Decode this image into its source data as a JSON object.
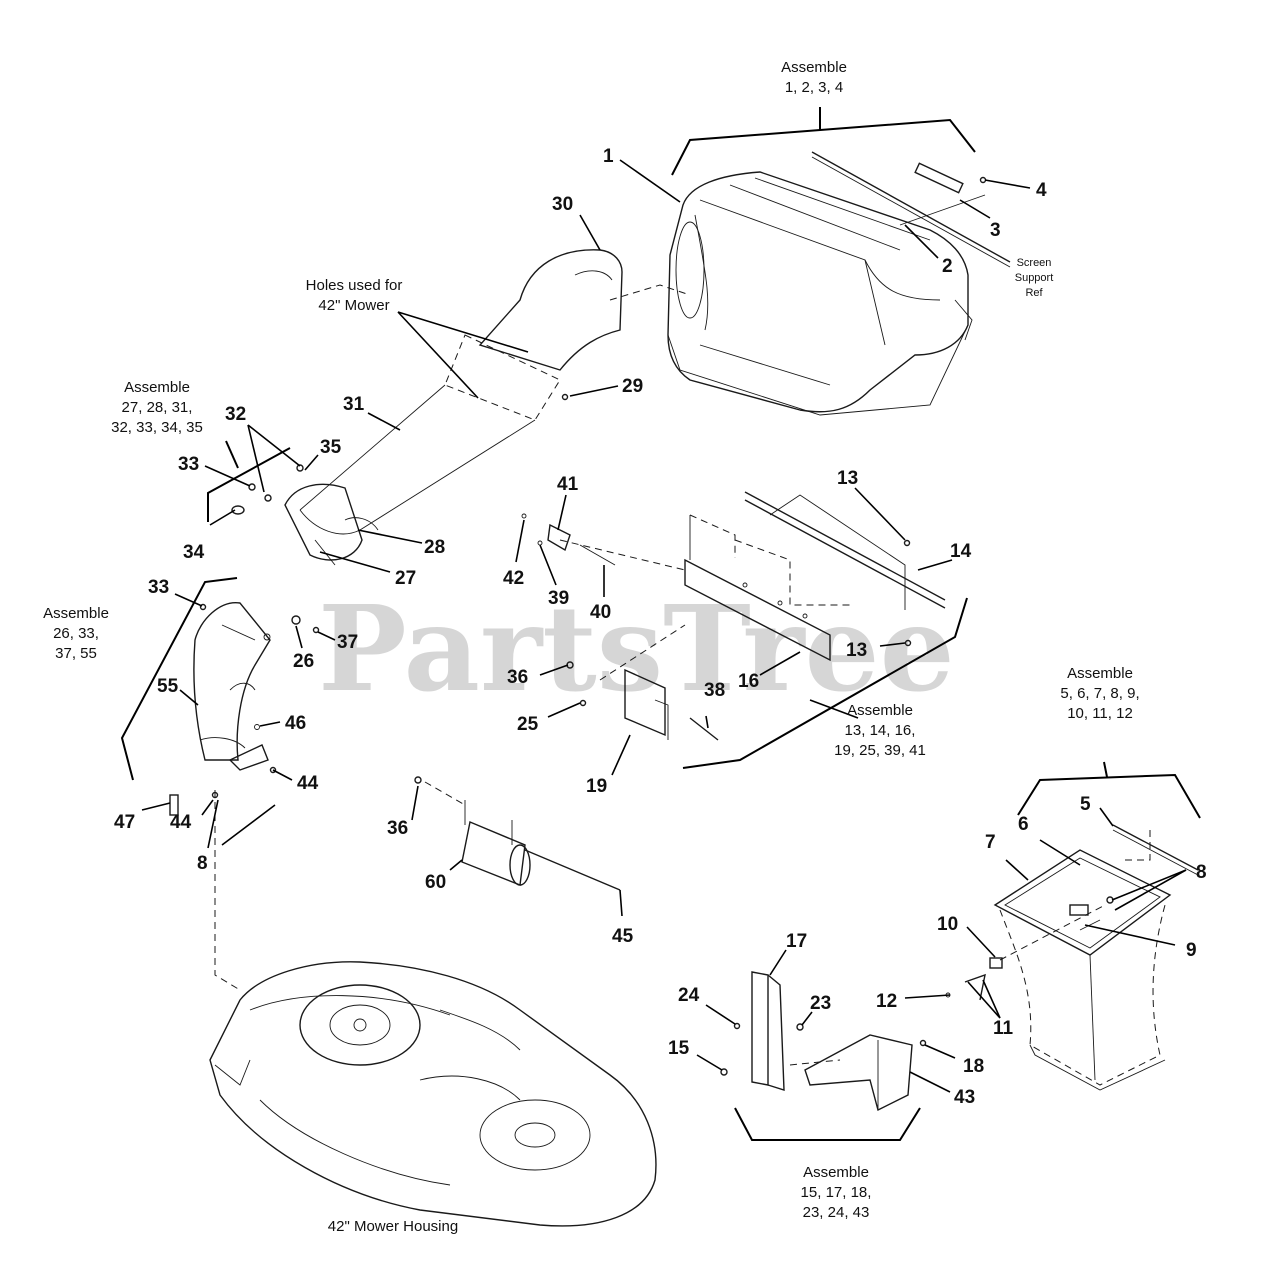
{
  "watermark": "PartsTree",
  "callouts": {
    "c1": "1",
    "c2": "2",
    "c3": "3",
    "c4": "4",
    "c5": "5",
    "c6": "6",
    "c7": "7",
    "c8a": "8",
    "c8b": "8",
    "c9": "9",
    "c10": "10",
    "c11": "11",
    "c12": "12",
    "c13a": "13",
    "c13b": "13",
    "c14": "14",
    "c15": "15",
    "c16": "16",
    "c17": "17",
    "c18": "18",
    "c19": "19",
    "c23": "23",
    "c24": "24",
    "c25": "25",
    "c26": "26",
    "c27": "27",
    "c28": "28",
    "c29": "29",
    "c30": "30",
    "c31": "31",
    "c32": "32",
    "c33a": "33",
    "c33b": "33",
    "c34": "34",
    "c35": "35",
    "c36a": "36",
    "c36b": "36",
    "c37": "37",
    "c38": "38",
    "c39": "39",
    "c40": "40",
    "c41": "41",
    "c42": "42",
    "c43": "43",
    "c44a": "44",
    "c44b": "44",
    "c45": "45",
    "c46": "46",
    "c47": "47",
    "c55": "55",
    "c60": "60"
  },
  "assemblies": {
    "a1": {
      "title": "Assemble",
      "line1": "1, 2, 3, 4"
    },
    "a2": {
      "title": "Assemble",
      "line1": "27, 28, 31,",
      "line2": "32, 33, 34, 35"
    },
    "a3": {
      "title": "Assemble",
      "line1": "26, 33,",
      "line2": "37, 55"
    },
    "a4": {
      "title": "Assemble",
      "line1": "13, 14, 16,",
      "line2": "19, 25, 39, 41"
    },
    "a5": {
      "title": "Assemble",
      "line1": "5, 6, 7, 8, 9,",
      "line2": "10, 11, 12"
    },
    "a6": {
      "title": "Assemble",
      "line1": "15, 17, 18,",
      "line2": "23, 24, 43"
    }
  },
  "notes": {
    "holes_line1": "Holes used for",
    "holes_line2": "42\" Mower",
    "screen_line1": "Screen",
    "screen_line2": "Support",
    "screen_line3": "Ref",
    "housing": "42\" Mower Housing"
  }
}
